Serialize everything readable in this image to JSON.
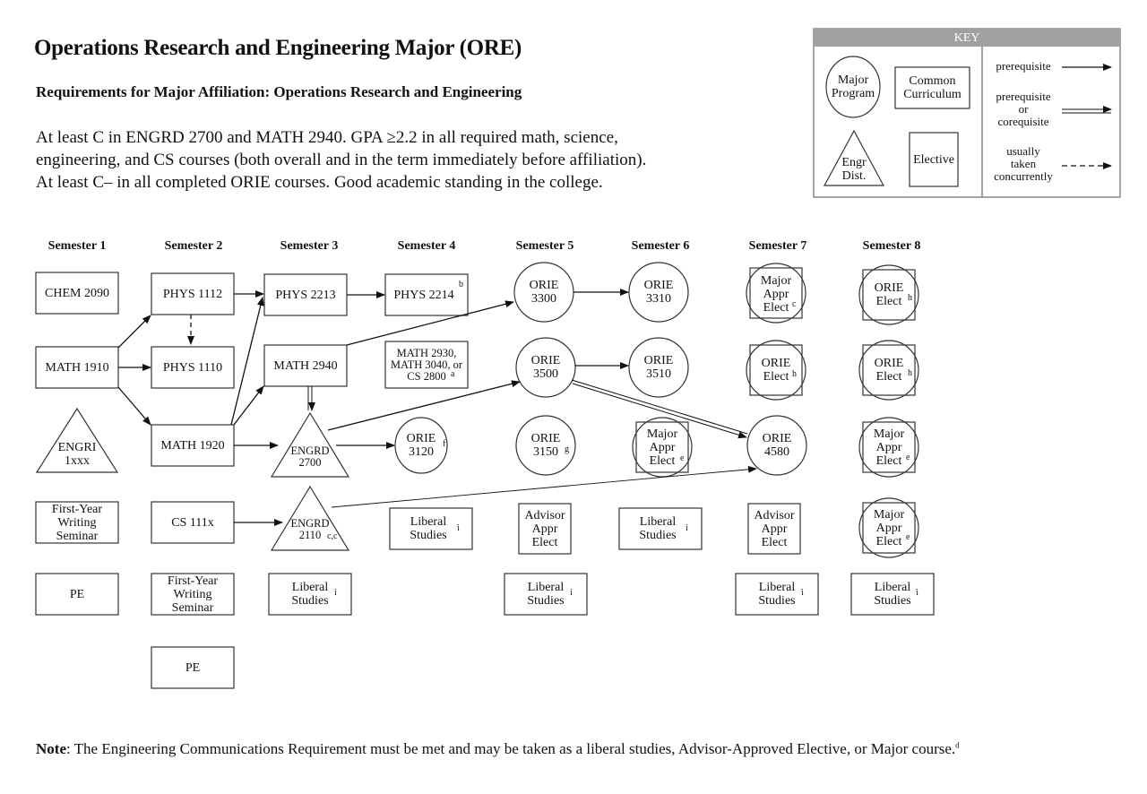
{
  "title": "Operations Research and Engineering Major (ORE)",
  "subtitle": "Requirements for Major Affiliation:  Operations Research and Engineering",
  "requirements": {
    "line1": "At least C in ENGRD 2700 and MATH 2940. GPA ≥2.2 in all required math, science,",
    "line2": "engineering, and CS courses (both overall and in the term immediately before affiliation).",
    "line3": "At least C– in all completed ORIE courses. Good academic standing in the college."
  },
  "key": {
    "title": "KEY",
    "major_program": "Major\nProgram",
    "common_curriculum": "Common\nCurriculum",
    "engr_dist": "Engr\nDist.",
    "elective": "Elective",
    "prerequisite": "prerequisite",
    "prereq_or_coreq": "prerequisite\nor\ncorequisite",
    "usually_concurrent": "usually\ntaken\nconcurrently"
  },
  "semesters": [
    "Semester 1",
    "Semester 2",
    "Semester 3",
    "Semester 4",
    "Semester 5",
    "Semester 6",
    "Semester 7",
    "Semester 8"
  ],
  "courses": {
    "chem2090": "CHEM 2090",
    "math1910": "MATH 1910",
    "engri1xxx": "ENGRI\n1xxx",
    "fyws1": "First-Year\nWriting\nSeminar",
    "pe1": "PE",
    "phys1112": "PHYS 1112",
    "phys1110": "PHYS 1110",
    "math1920": "MATH 1920",
    "cs111x": "CS 111x",
    "fyws2": "First-Year\nWriting\nSeminar",
    "pe2": "PE",
    "phys2213": "PHYS 2213",
    "math2940": "MATH 2940",
    "engrd2700": "ENGRD\n2700",
    "engrd2110": "ENGRD\n2110",
    "engrd2110_sup": "c,c",
    "liberal3": "Liberal\nStudies",
    "phys2214": "PHYS 2214",
    "phys2214_sup": "b",
    "math2930": "MATH 2930,\nMATH 3040, or\nCS 2800",
    "math2930_sup": "a",
    "orie3120": "ORIE\n3120",
    "orie3120_sup": "f",
    "liberal4": "Liberal\nStudies",
    "orie3300": "ORIE\n3300",
    "orie3500": "ORIE\n3500",
    "orie3150": "ORIE\n3150",
    "orie3150_sup": "g",
    "advisor5": "Advisor\nAppr\nElect",
    "liberal5": "Liberal\nStudies",
    "orie3310": "ORIE\n3310",
    "orie3510": "ORIE\n3510",
    "major6": "Major\nAppr\nElect",
    "major6_sup": "e",
    "liberal6": "Liberal\nStudies",
    "major7": "Major\nAppr\nElect",
    "major7_sup": "c",
    "orie7": "ORIE\nElect",
    "orie7_sup": "h",
    "orie4580": "ORIE\n4580",
    "advisor7": "Advisor\nAppr\nElect",
    "liberal7": "Liberal\nStudies",
    "orie8a": "ORIE\nElect",
    "orie8a_sup": "h",
    "orie8b": "ORIE\nElect",
    "orie8b_sup": "h",
    "major8a": "Major\nAppr\nElect",
    "major8a_sup": "e",
    "major8b": "Major\nAppr\nElect",
    "major8b_sup": "e",
    "liberal8": "Liberal\nStudies",
    "liberal_sup": "i"
  },
  "note": {
    "bold": "Note",
    "text": ": The Engineering Communications Requirement must be met and may be taken as a liberal studies, Advisor-Approved Elective, or Major course.",
    "sup": "d"
  }
}
